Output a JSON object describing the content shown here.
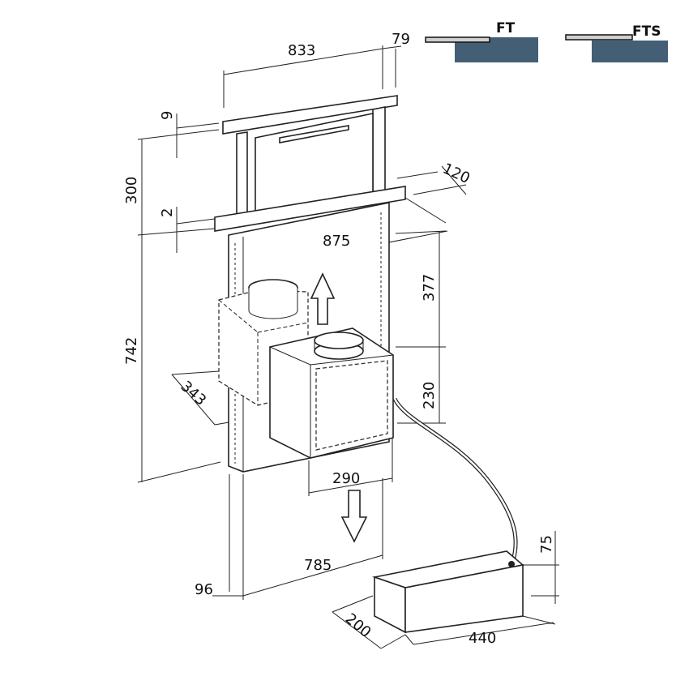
{
  "legend": {
    "ft_label": "FT",
    "fts_label": "FTS",
    "block_color": "#445f75",
    "glass_color": "#cfcfcf"
  },
  "dimensions": {
    "width_top": "833",
    "depth_top": "79",
    "glass_thickness": "9",
    "rise_height": "300",
    "plate_thickness": "2",
    "plate_depth": "120",
    "plate_width": "875",
    "upper_body": "377",
    "total_body": "742",
    "motor_depth": "343",
    "motor_height": "230",
    "motor_width": "290",
    "body_width": "785",
    "body_depth": "96",
    "control_height": "75",
    "control_depth": "200",
    "control_width": "440"
  }
}
